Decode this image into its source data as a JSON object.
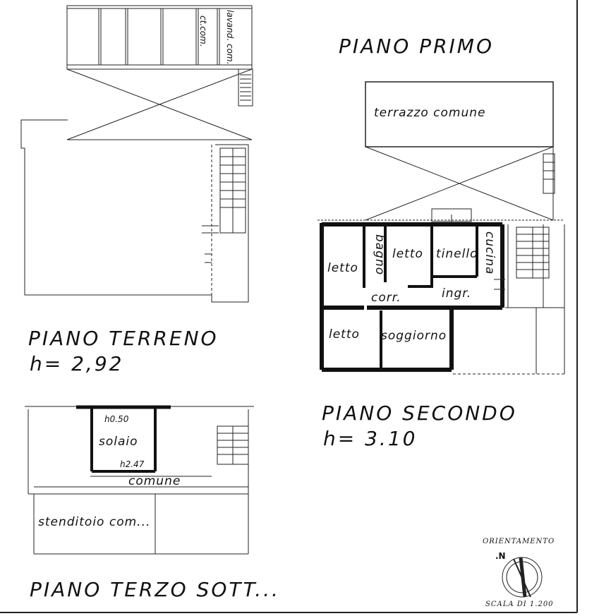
{
  "labels": {
    "piano_primo": "PIANO PRIMO",
    "terrazzo": "terrazzo comune",
    "piano_terreno": "PIANO TERRENO",
    "h_terreno": "h= 2,92",
    "piano_secondo": "PIANO SECONDO",
    "h_secondo": "h= 3.10",
    "piano_terzo": "PIANO TERZO SOTT...",
    "orientamento": "ORIENTAMENTO",
    "north": ".N",
    "scala": "SCALA DI 1.200"
  },
  "rooms_primo": {
    "ct_com": "ct.com.",
    "lavand_com": "lavand. com."
  },
  "rooms_secondo": {
    "letto1": "letto",
    "bagno": "bagno",
    "letto2": "letto",
    "tinello": "tinello",
    "cucina": "cucina",
    "corr": "corr.",
    "ingr": "ingr.",
    "letto3": "letto",
    "soggiorno": "soggiorno"
  },
  "rooms_terzo": {
    "h050": "h0.50",
    "solaio": "solaio",
    "h247": "h2.47",
    "comune": "comune",
    "stenditoio": "stenditoio com..."
  }
}
